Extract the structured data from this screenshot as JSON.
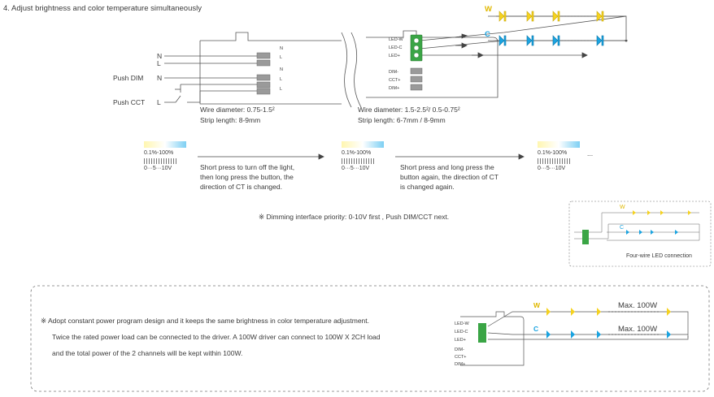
{
  "header": {
    "title": "4. Adjust brightness and color temperature simultaneously"
  },
  "wiring": {
    "n_label": "N",
    "l_label": "L",
    "push_dim": "Push DIM",
    "push_dim_n": "N",
    "push_cct": "Push CCT",
    "push_cct_l": "L",
    "input_terminals": [
      "N",
      "L",
      "N",
      "L",
      "L"
    ],
    "output_terminals": [
      "LED-W",
      "LED-C",
      "LED+"
    ],
    "dim_terminals": [
      "DIM-",
      "CCT+",
      "DIM+"
    ],
    "wire_in_line1": "Wire diameter: 0.75-1.5²",
    "wire_in_line2": "Strip length: 8-9mm",
    "wire_out_line1": "Wire diameter: 1.5-2.5²/ 0.5-0.75²",
    "wire_out_line2": "Strip length: 6-7mm / 8-9mm",
    "strip_w_label": "W",
    "strip_c_label": "C"
  },
  "steps": {
    "range_text": "0.1%-100%",
    "volt_text": "0···5···10V",
    "ellipsis": "...",
    "step1": [
      "Short press to turn off the light,",
      "then long press the button, the",
      "direction of CT is changed."
    ],
    "step2": [
      "Short press and long press the",
      "button again, the direction of CT",
      "is changed again."
    ]
  },
  "priority_note": "※  Dimming interface priority: 0-10V first , Push DIM/CCT next.",
  "four_wire": {
    "caption": "Four-wire LED connection",
    "w_label": "W",
    "c_label": "C"
  },
  "note": {
    "line1": "※  Adopt constant power program design and it keeps the same brightness in color temperature adjustment.",
    "line2": "Twice the rated power load can be connected to the driver. A 100W driver can connect to 100W X 2CH load",
    "line3": "and the total power of the 2 channels will be kept within 100W.",
    "max_w": "Max. 100W",
    "max_c": "Max. 100W",
    "w_label": "W",
    "c_label": "C",
    "terminals": [
      "LED-W",
      "LED-C",
      "LED+",
      "DIM-",
      "CCT+",
      "DIM+"
    ]
  },
  "colors": {
    "warm": "#f5d21f",
    "cool": "#1aa3e0",
    "terminal": "#3aa545"
  }
}
